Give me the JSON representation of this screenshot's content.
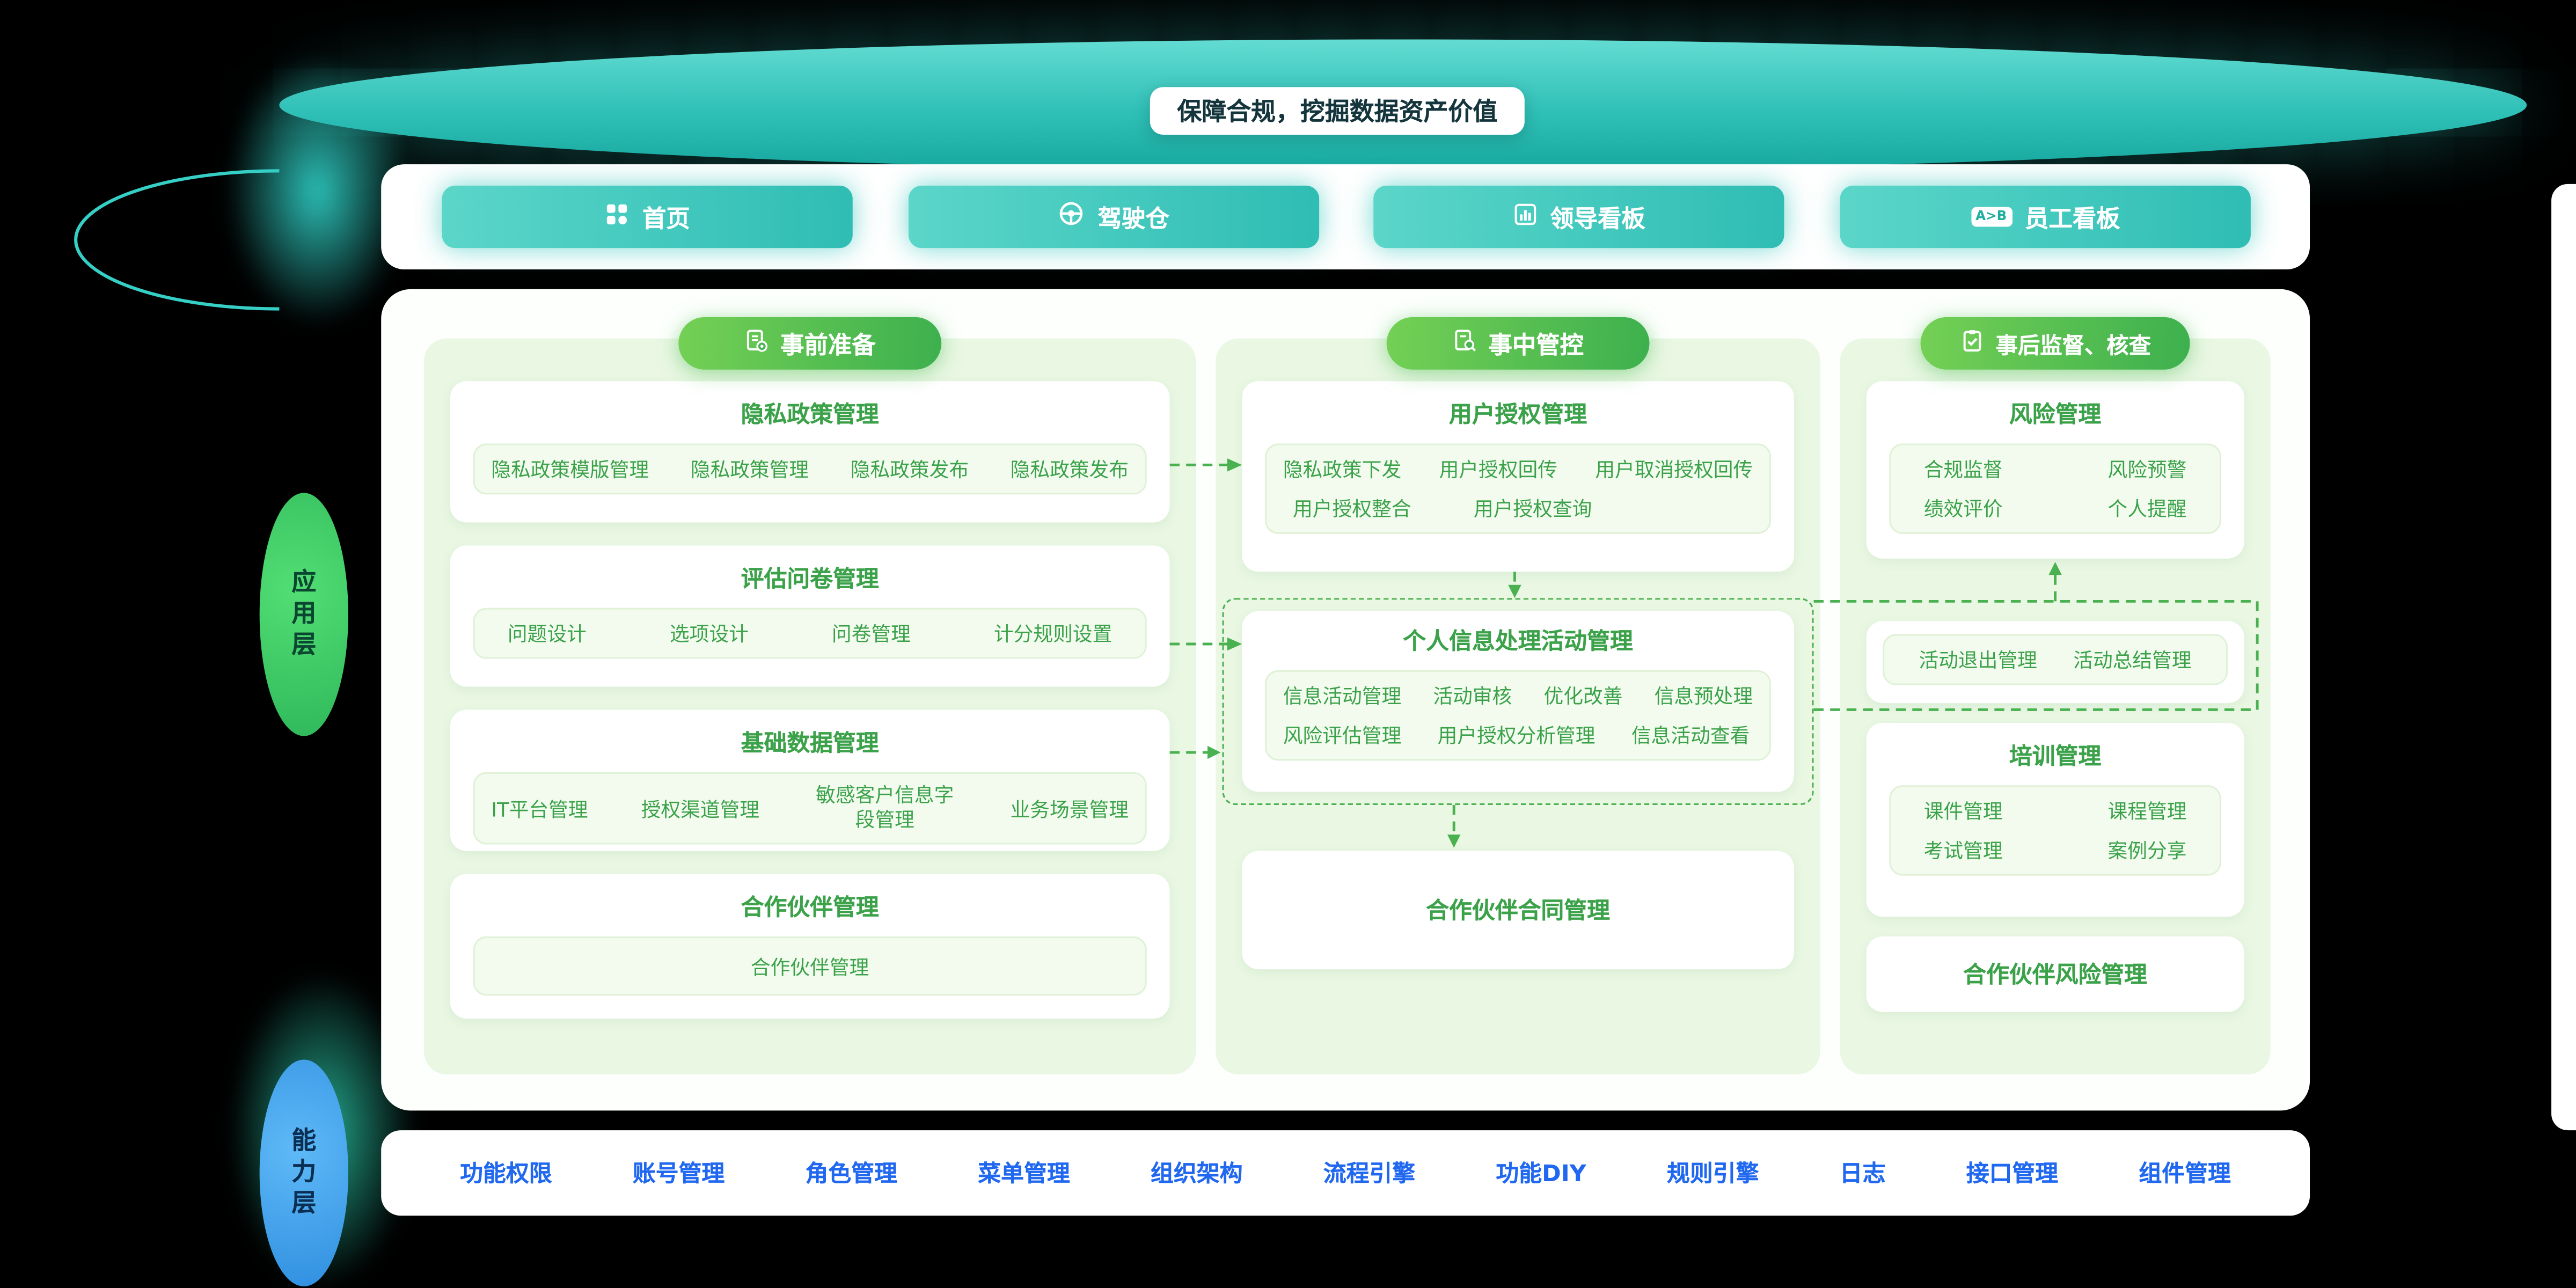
{
  "banner": {
    "title": "保障合规，挖掘数据资产价值"
  },
  "nav": {
    "items": [
      {
        "label": "首页",
        "icon": "home-grid-icon"
      },
      {
        "label": "驾驶仓",
        "icon": "steering-wheel-icon"
      },
      {
        "label": "领导看板",
        "icon": "bar-chart-icon"
      },
      {
        "label": "员工看板",
        "icon": "ab-compare-icon",
        "icon_text": "A>B"
      }
    ]
  },
  "side_labels": {
    "application_layer": "应用层",
    "capability_layer": "能力层"
  },
  "columns": [
    {
      "header": "事前准备",
      "cards": [
        {
          "title": "隐私政策管理",
          "rows": [
            [
              "隐私政策模版管理",
              "隐私政策管理",
              "隐私政策发布",
              "隐私政策发布"
            ]
          ]
        },
        {
          "title": "评估问卷管理",
          "rows": [
            [
              "问题设计",
              "选项设计",
              "问卷管理",
              "计分规则设置"
            ]
          ]
        },
        {
          "title": "基础数据管理",
          "rows": [
            [
              "IT平台管理",
              "授权渠道管理",
              "敏感客户信息字段管理",
              "业务场景管理"
            ]
          ]
        },
        {
          "title": "合作伙伴管理",
          "rows": [
            [
              "合作伙伴管理"
            ]
          ]
        }
      ]
    },
    {
      "header": "事中管控",
      "cards": [
        {
          "title": "用户授权管理",
          "rows": [
            [
              "隐私政策下发",
              "用户授权回传",
              "用户取消授权回传"
            ],
            [
              "用户授权整合",
              "用户授权查询"
            ]
          ]
        },
        {
          "title": "个人信息处理活动管理",
          "rows": [
            [
              "信息活动管理",
              "活动审核",
              "优化改善",
              "信息预处理"
            ],
            [
              "风险评估管理",
              "用户授权分析管理",
              "信息活动查看"
            ]
          ]
        },
        {
          "title": "合作伙伴合同管理",
          "rows": []
        }
      ]
    },
    {
      "header": "事后监督、核查",
      "cards": [
        {
          "title": "风险管理",
          "rows": [
            [
              "合规监督",
              "风险预警"
            ],
            [
              "绩效评价",
              "个人提醒"
            ]
          ]
        },
        {
          "title": "",
          "rows": [
            [
              "活动退出管理",
              "活动总结管理"
            ]
          ]
        },
        {
          "title": "培训管理",
          "rows": [
            [
              "课件管理",
              "课程管理"
            ],
            [
              "考试管理",
              "案例分享"
            ]
          ]
        },
        {
          "title": "合作伙伴风险管理",
          "rows": []
        }
      ]
    }
  ],
  "footer": {
    "items": [
      "功能权限",
      "账号管理",
      "角色管理",
      "菜单管理",
      "组织架构",
      "流程引擎",
      "功能DIY",
      "规则引擎",
      "日志",
      "接口管理",
      "组件管理"
    ]
  },
  "colors": {
    "teal": "#2fc2b9",
    "badge_green": "#3db04e",
    "text_green": "#3ba24a",
    "column_bg": "#e9f7e3",
    "footer_blue": "#2168f0",
    "application_green": "#3ecc67",
    "capability_blue": "#3f9ff0"
  }
}
